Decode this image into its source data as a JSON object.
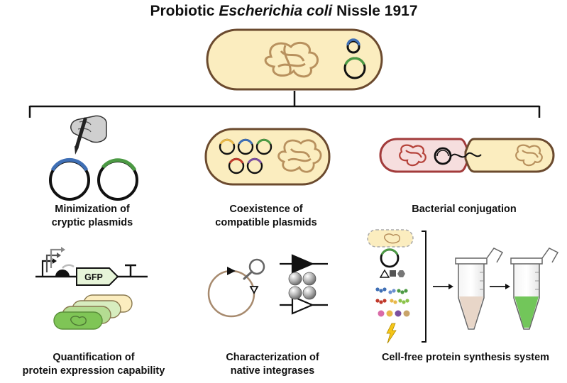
{
  "title": {
    "prefix": "Probiotic ",
    "italic": "Escherichia coli",
    "suffix": " Nissle 1917"
  },
  "panels": {
    "minimization": {
      "line1": "Minimization of",
      "line2": "cryptic plasmids"
    },
    "coexistence": {
      "line1": "Coexistence of",
      "line2": "compatible plasmids"
    },
    "conjugation": {
      "line1": "Bacterial conjugation"
    },
    "quantification": {
      "line1": "Quantification of",
      "line2": "protein expression capability",
      "gene_label": "GFP"
    },
    "integrases": {
      "line1": "Characterization of",
      "line2": "native integrases"
    },
    "cellfree": {
      "line1": "Cell-free protein synthesis system"
    }
  },
  "colors": {
    "cell_fill": "#fbedbf",
    "cell_outline": "#6b4a2e",
    "chromosome": "#b8915e",
    "plasmid_blue": "#3f6fb5",
    "plasmid_green": "#4c9a44",
    "plasmid_red": "#c0392b",
    "plasmid_purple": "#7b4fa0",
    "donor_fill": "#f6dede",
    "donor_outline": "#a23b3b",
    "tube_beige": "#e8d6c8",
    "tube_green": "#72c65a"
  }
}
